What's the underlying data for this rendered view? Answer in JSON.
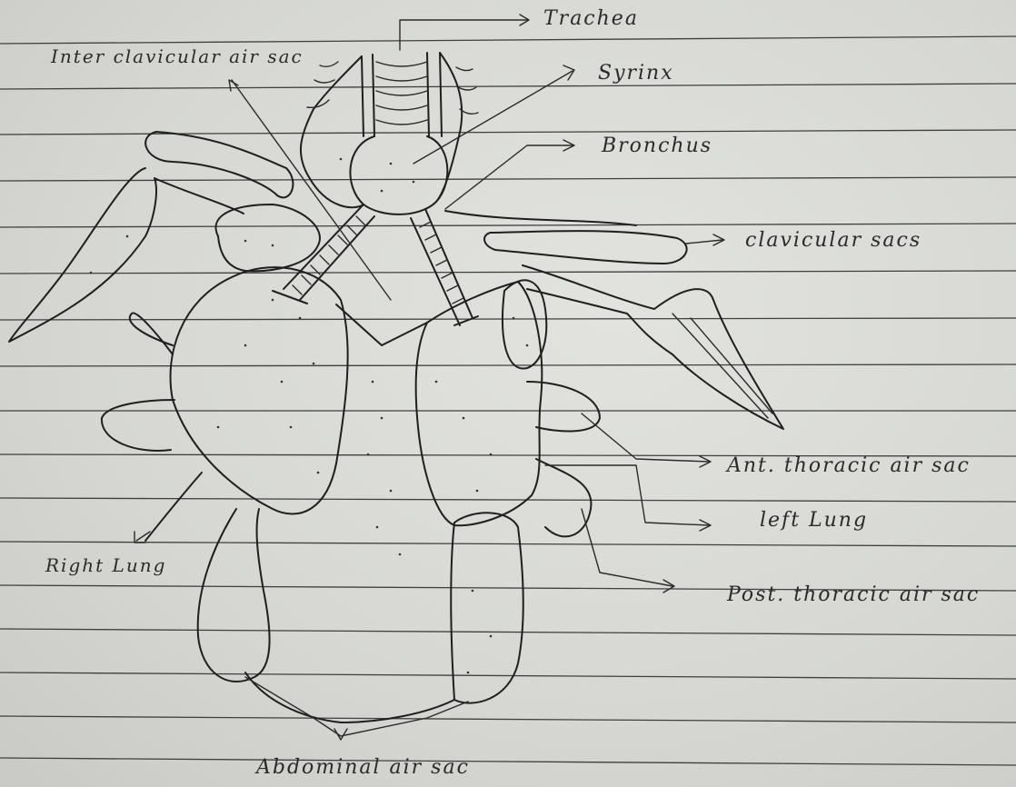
{
  "labels": {
    "trachea": "Trachea",
    "interclavicular": "Inter clavicular air sac",
    "syrinx": "Syrinx",
    "bronchus": "Bronchus",
    "clavicular": "clavicular sacs",
    "ant_thoracic": "Ant. thoracic air sac",
    "left_lung": "left Lung",
    "post_thoracic": "Post. thoracic air sac",
    "right_lung": "Right Lung",
    "abdominal": "Abdominal air sac"
  },
  "colors": {
    "ink": "#1f1f1f",
    "paper": "#d9dad6",
    "rule": "#3a3a3a"
  }
}
